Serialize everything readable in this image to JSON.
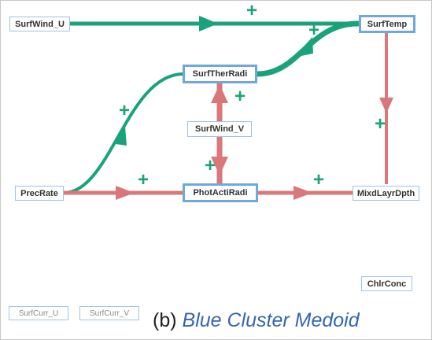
{
  "colors": {
    "positive_edge": "#1aa37a",
    "negative_edge": "#d9777a",
    "node_border": "#6fa8dc",
    "caption_accent": "#3465b4"
  },
  "nodes": {
    "surfwind_u": "SurfWind_U",
    "surftemp": "SurfTemp",
    "surftherradi": "SurfTherRadi",
    "surfwind_v": "SurfWind_V",
    "precrate": "PrecRate",
    "photactiradi": "PhotActiRadi",
    "mixdlayrdpth": "MixdLayrDpth",
    "chlrconc": "ChlrConc",
    "surfcurr_u": "SurfCurr_U",
    "surfcurr_v": "SurfCurr_V"
  },
  "edge_sign_label": "+",
  "caption": {
    "prefix": "(b)",
    "title": "Blue Cluster Medoid"
  }
}
